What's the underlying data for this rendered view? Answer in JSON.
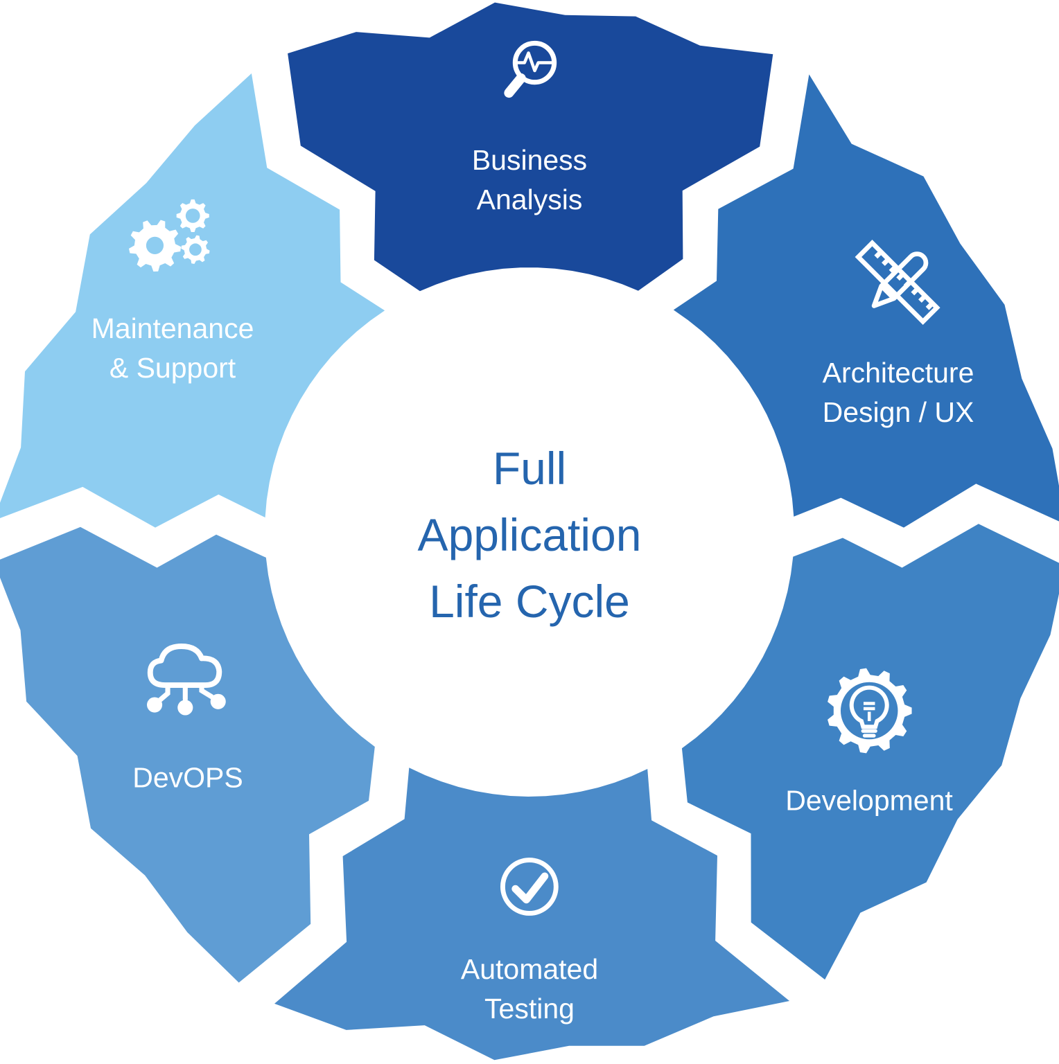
{
  "title": {
    "lines": [
      "Full",
      "Application",
      "Life Cycle"
    ],
    "color": "#2565ae"
  },
  "text_color": "#ffffff",
  "background": "#ffffff",
  "segments": [
    {
      "id": "business-analysis",
      "label_lines": [
        "Business",
        "Analysis"
      ],
      "color": "#19499b",
      "icon": "magnifier-pulse-icon"
    },
    {
      "id": "architecture-design-ux",
      "label_lines": [
        "Architecture",
        "Design / UX"
      ],
      "color": "#2e71b9",
      "icon": "ruler-pencil-icon"
    },
    {
      "id": "development",
      "label_lines": [
        "Development"
      ],
      "color": "#3f83c4",
      "icon": "gear-lightbulb-icon"
    },
    {
      "id": "automated-testing",
      "label_lines": [
        "Automated",
        "Testing"
      ],
      "color": "#4b8bc9",
      "icon": "check-circle-icon"
    },
    {
      "id": "devops",
      "label_lines": [
        "DevOPS"
      ],
      "color": "#5f9dd4",
      "icon": "cloud-network-icon"
    },
    {
      "id": "maintenance-support",
      "label_lines": [
        "Maintenance",
        "& Support"
      ],
      "color": "#8ecdf1",
      "icon": "gears-icon"
    }
  ]
}
